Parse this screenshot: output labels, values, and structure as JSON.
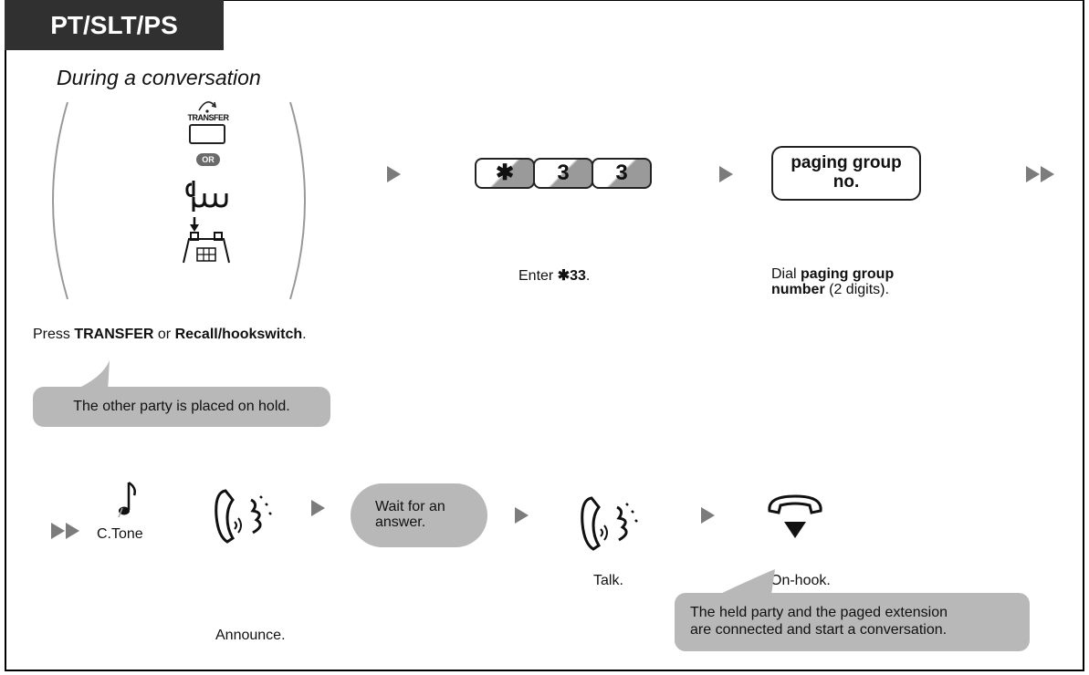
{
  "header": {
    "tab_label": "PT/SLT/PS"
  },
  "step1": {
    "condition": "During a conversation",
    "transfer_key_label": "TRANSFER",
    "or_label": "OR",
    "caption_prefix": "Press ",
    "caption_bold1": "TRANSFER",
    "caption_mid": " or ",
    "caption_bold2": "Recall/hookswitch",
    "caption_suffix": ".",
    "note": "The other party is placed on hold."
  },
  "step2": {
    "keys": [
      "✱",
      "3",
      "3"
    ],
    "caption_prefix": "Enter ",
    "caption_bold": "✱33",
    "caption_suffix": "."
  },
  "step3": {
    "box_line1": "paging group",
    "box_line2": "no.",
    "caption_prefix": "Dial ",
    "caption_bold_line1": "paging group",
    "caption_bold_line2": "number",
    "caption_suffix": " (2 digits)."
  },
  "row2": {
    "ctone_label": "C.Tone",
    "announce_label": "Announce.",
    "wait_bubble_line1": "Wait for an",
    "wait_bubble_line2": "answer.",
    "talk_label": "Talk.",
    "onhook_label": "On-hook.",
    "final_note_line1": "The held party and the paged extension",
    "final_note_line2": "are connected and start a conversation."
  },
  "colors": {
    "tab_bg": "#303030",
    "arrow": "#7c7c7c",
    "bubble": "#b8b8b8"
  },
  "icons": [
    "transfer-key-icon",
    "or-badge-icon",
    "hand-press-icon",
    "hookswitch-icon",
    "star-key",
    "three-key",
    "music-note-icon",
    "handset-speaking-icon",
    "onhook-handset-icon"
  ]
}
